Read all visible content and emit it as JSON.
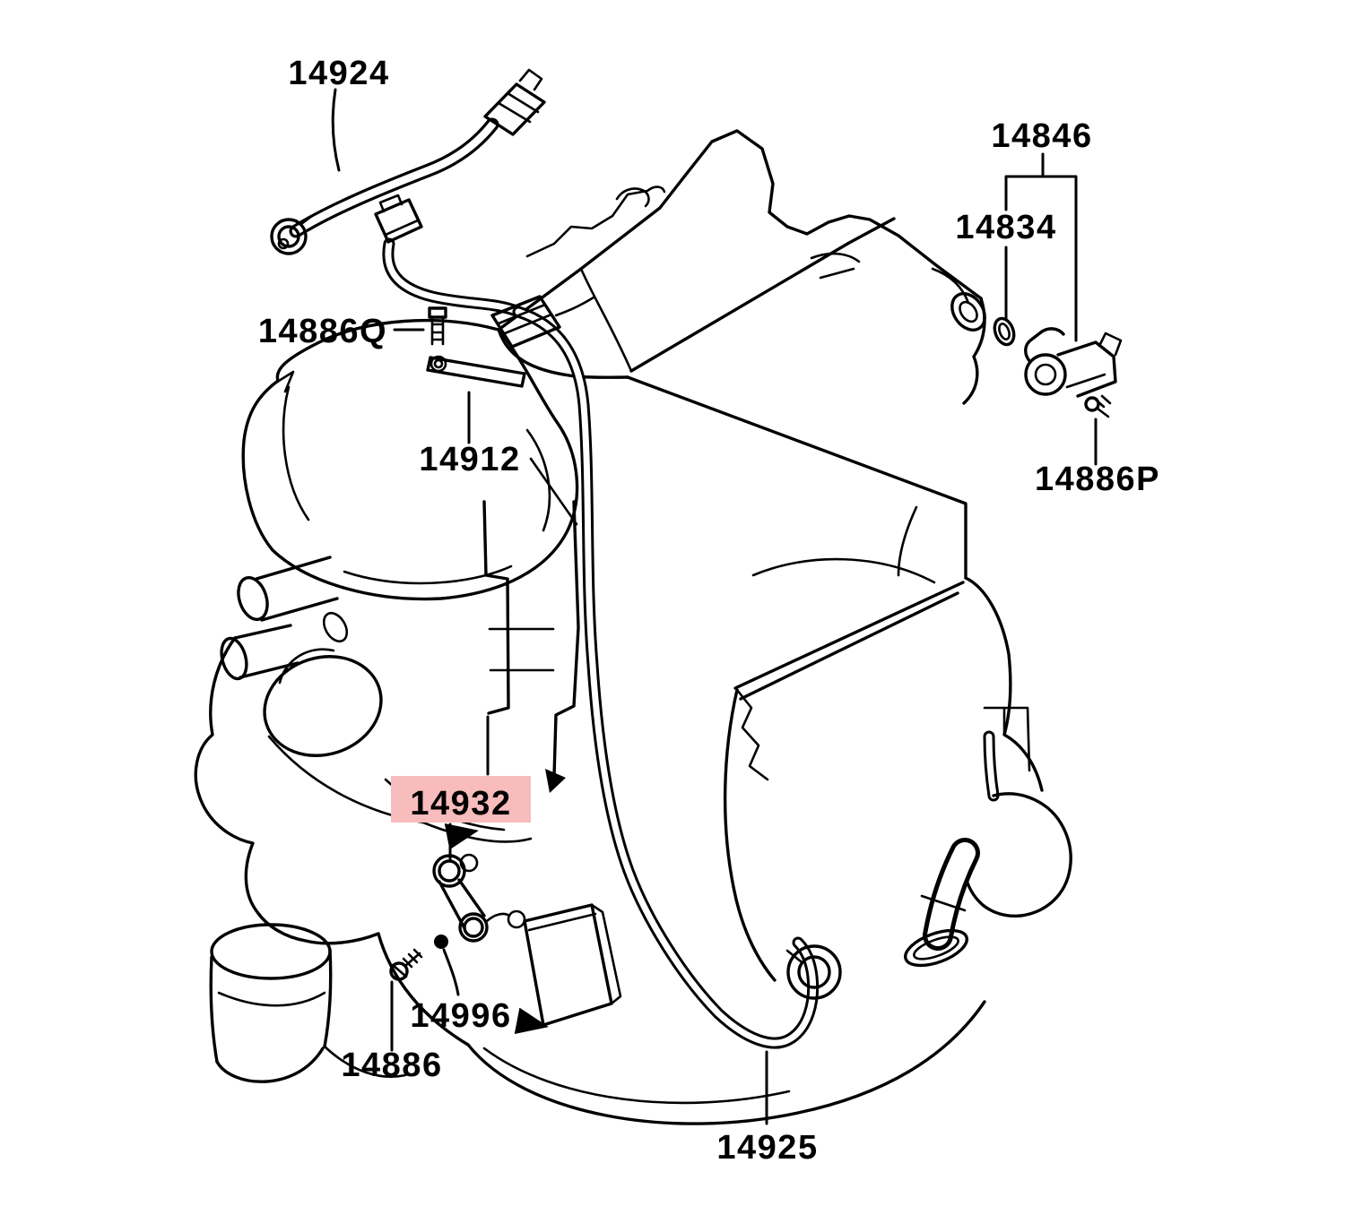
{
  "diagram": {
    "background_color": "#ffffff",
    "line_color": "#000000",
    "highlight_color": "#f8bcbc",
    "highlighted_part": "14932",
    "parts": [
      {
        "number": "14924",
        "highlighted": false
      },
      {
        "number": "14846",
        "highlighted": false
      },
      {
        "number": "14834",
        "highlighted": false
      },
      {
        "number": "14886Q",
        "highlighted": false
      },
      {
        "number": "14912",
        "highlighted": false
      },
      {
        "number": "14886P",
        "highlighted": false
      },
      {
        "number": "14932",
        "highlighted": true
      },
      {
        "number": "14996",
        "highlighted": false
      },
      {
        "number": "14886",
        "highlighted": false
      },
      {
        "number": "14925",
        "highlighted": false
      }
    ]
  }
}
